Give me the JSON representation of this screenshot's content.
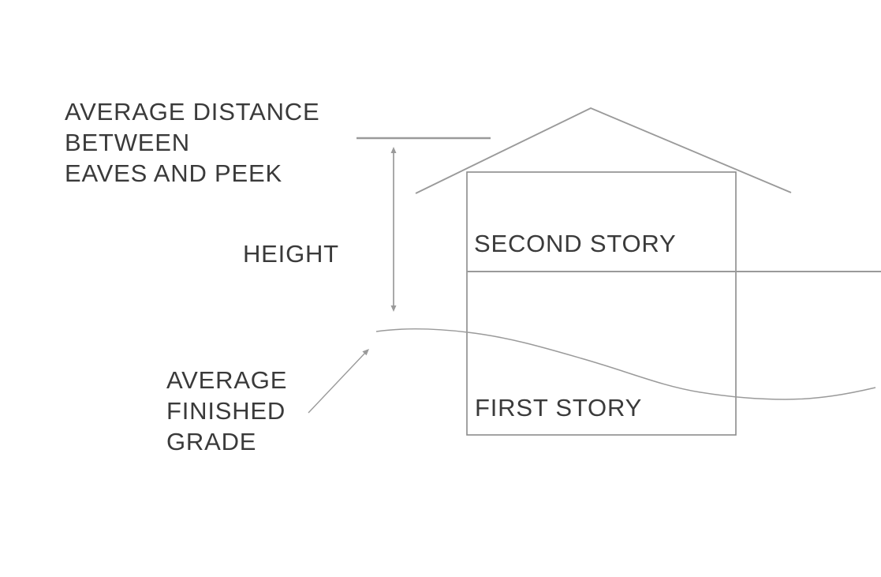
{
  "diagram": {
    "type": "house-height-measurement-diagram",
    "background": "#ffffff",
    "colors": {
      "line": "#9a9a9a",
      "wall": "#8c8c8c",
      "text": "#3a3a3a"
    },
    "labels": {
      "avg_distance": "AVERAGE DISTANCE\nBETWEEN\nEAVES AND PEEK",
      "height": "HEIGHT",
      "second_story": "SECOND STORY",
      "first_story": "FIRST STORY",
      "avg_finished_grade": "AVERAGE\nFINISHED\nGRADE"
    }
  }
}
